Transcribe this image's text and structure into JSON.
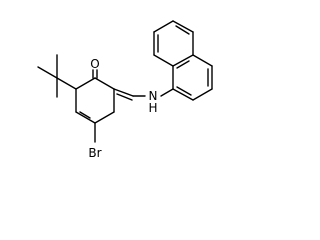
{
  "molecule": {
    "atoms": {
      "oxygen": "O",
      "nitrogen": "N",
      "nitrogen_hydrogen": "H",
      "bromine": "Br"
    }
  }
}
